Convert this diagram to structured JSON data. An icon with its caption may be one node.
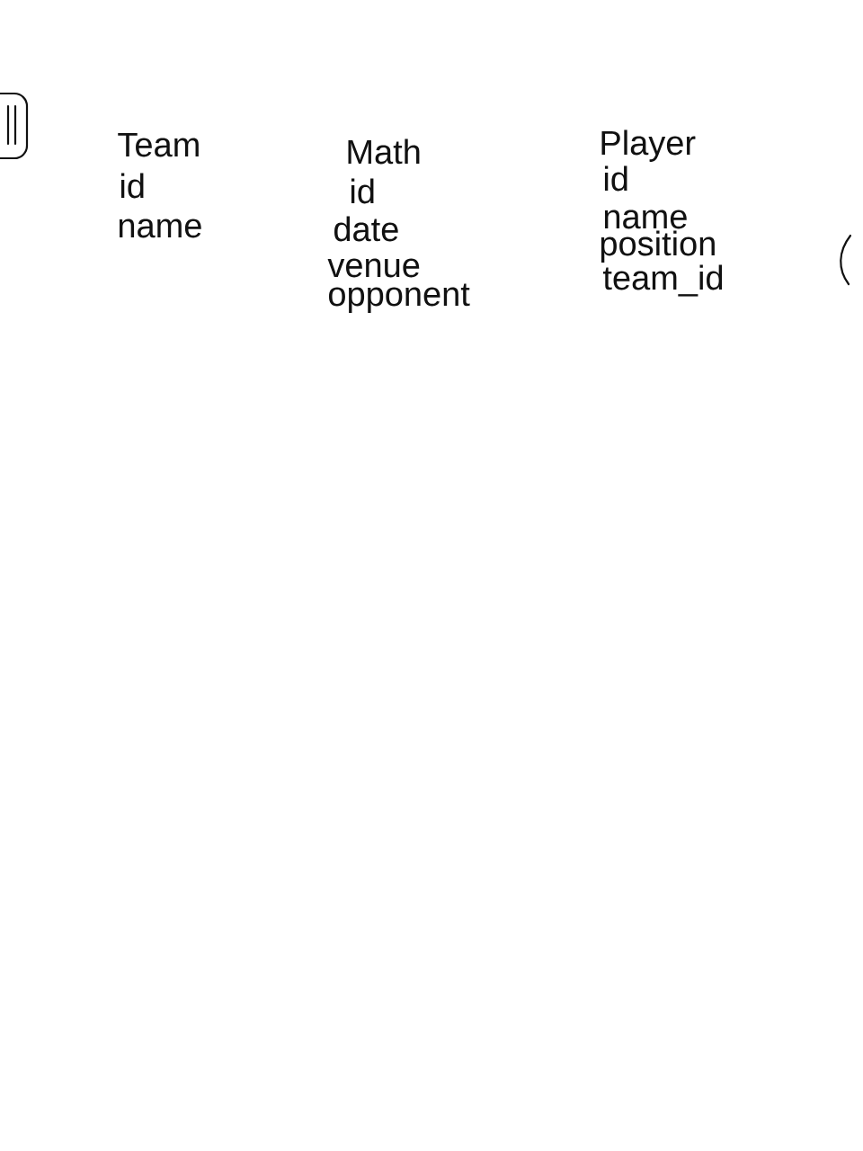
{
  "diagram": {
    "labels": [
      "Team",
      "id",
      "name",
      "Math",
      "id",
      "date",
      "venue",
      "opponent",
      "Player",
      "id",
      "name",
      "position",
      "team_id"
    ]
  }
}
